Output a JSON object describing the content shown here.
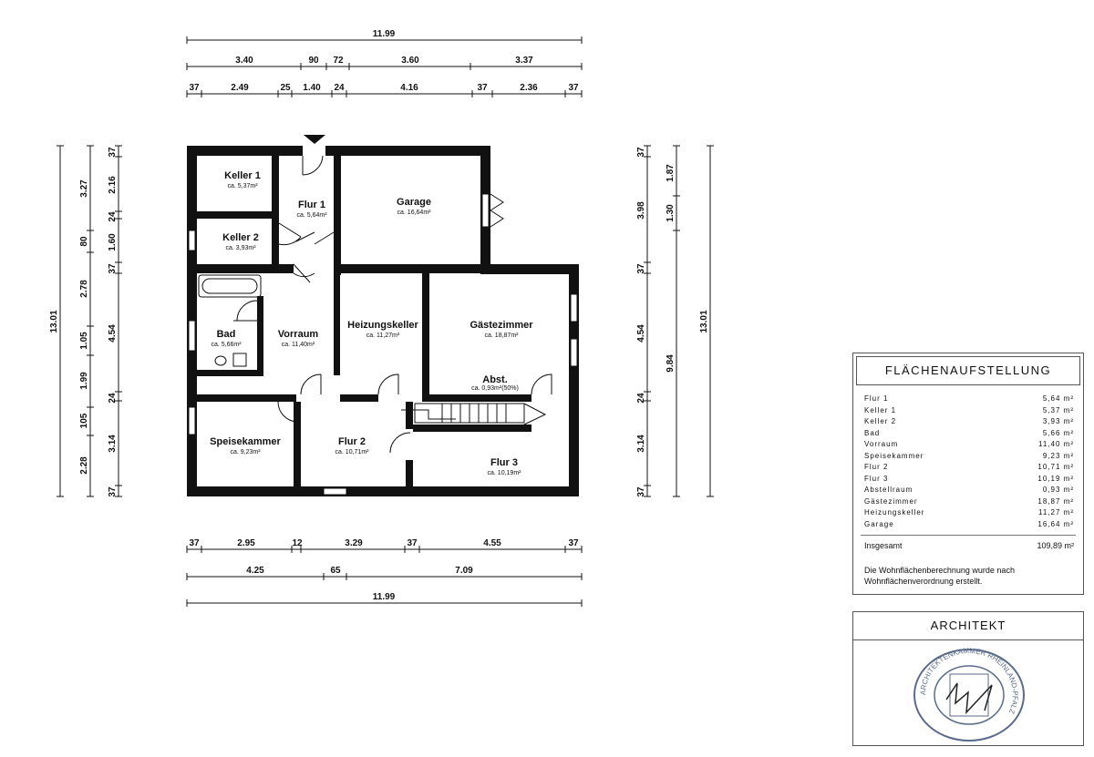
{
  "dimensions": {
    "top_total": "11.99",
    "top_row2": [
      "3.40",
      "90",
      "72",
      "3.60",
      "3.37"
    ],
    "top_row3": [
      "37",
      "2.49",
      "25",
      "1.40",
      "24",
      "4.16",
      "37",
      "2.36",
      "37"
    ],
    "bottom_row1": [
      "37",
      "2.95",
      "12",
      "3.29",
      "37",
      "4.55",
      "37"
    ],
    "bottom_row2": [
      "4.25",
      "65",
      "7.09"
    ],
    "bottom_total": "11.99",
    "left_total": "13.01",
    "left_mid": [
      "3.27",
      "80",
      "2.78",
      "1.05",
      "1.99",
      "105",
      "2.28"
    ],
    "left_inner": [
      "37",
      "2.16",
      "24",
      "1.60",
      "37",
      "4.54",
      "24",
      "3.14",
      "37"
    ],
    "right_inner": [
      "37",
      "3.98",
      "37",
      "4.54",
      "24",
      "3.14",
      "37"
    ],
    "right_mid": [
      "1.87",
      "1.30",
      "9.84"
    ],
    "right_total": "13.01"
  },
  "rooms": {
    "keller1": {
      "name": "Keller 1",
      "area": "ca. 5,37m²"
    },
    "keller2": {
      "name": "Keller 2",
      "area": "ca. 3,93m²"
    },
    "flur1": {
      "name": "Flur 1",
      "area": "ca. 5,64m²"
    },
    "garage": {
      "name": "Garage",
      "area": "ca. 16,64m²"
    },
    "bad": {
      "name": "Bad",
      "area": "ca. 5,66m²"
    },
    "vorraum": {
      "name": "Vorraum",
      "area": "ca. 11,40m²"
    },
    "heizungskeller": {
      "name": "Heizungskeller",
      "area": "ca. 11,27m²"
    },
    "gaestezimmer": {
      "name": "Gästezimmer",
      "area": "ca. 18,87m²"
    },
    "abst": {
      "name": "Abst.",
      "area": "ca. 0,93m²(50%)"
    },
    "speisekammer": {
      "name": "Speisekammer",
      "area": "ca. 9,23m²"
    },
    "flur2": {
      "name": "Flur 2",
      "area": "ca. 10,71m²"
    },
    "flur3": {
      "name": "Flur 3",
      "area": "ca. 10,19m²"
    }
  },
  "area_table": {
    "title": "FLÄCHENAUFSTELLUNG",
    "rows": [
      {
        "label": "Flur 1",
        "value": "5,64 m²"
      },
      {
        "label": "Keller 1",
        "value": "5,37 m²"
      },
      {
        "label": "Keller 2",
        "value": "3,93 m²"
      },
      {
        "label": "Bad",
        "value": "5,66 m²"
      },
      {
        "label": "Vorraum",
        "value": "11,40 m²"
      },
      {
        "label": "Speisekammer",
        "value": "9,23 m²"
      },
      {
        "label": "Flur 2",
        "value": "10,71 m²"
      },
      {
        "label": "Flur 3",
        "value": "10,19 m²"
      },
      {
        "label": "Abstellraum",
        "value": "0,93 m²"
      },
      {
        "label": "Gästezimmer",
        "value": "18,87 m²"
      },
      {
        "label": "Heizungskeller",
        "value": "11,27 m²"
      },
      {
        "label": "Garage",
        "value": "16,64 m²"
      }
    ],
    "total_label": "Insgesamt",
    "total_value": "109,89 m²",
    "note": "Die Wohnflächenberechnung wurde nach Wohnflächenverordnung erstellt."
  },
  "architect": {
    "title": "ARCHITEKT",
    "stamp_ring_text": "ARCHITEKTENKAMMER RHEINLAND-PFALZ"
  }
}
